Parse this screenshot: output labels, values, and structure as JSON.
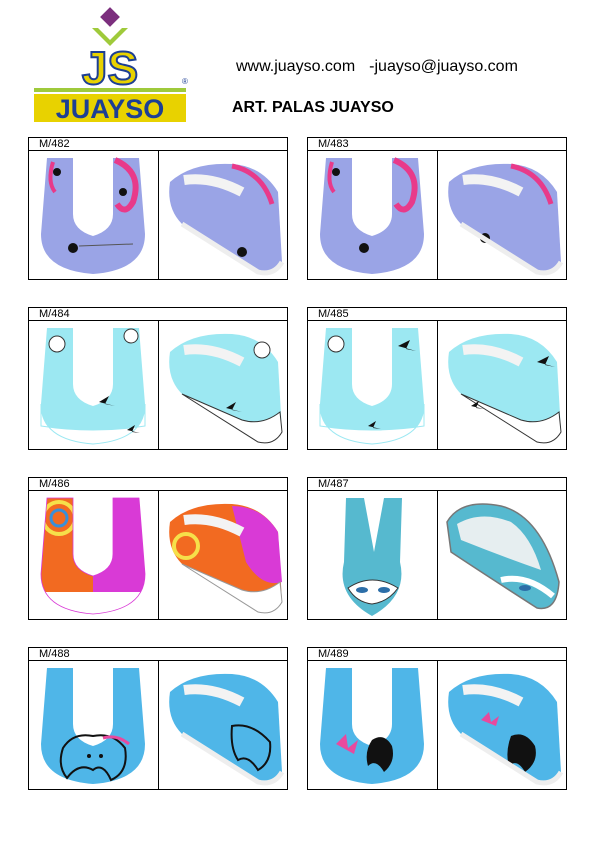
{
  "brand": {
    "monogram": "JS",
    "name": "JUAYSO",
    "registered": "®"
  },
  "header": {
    "website": "www.juayso.com",
    "separator": "-",
    "email": "juayso@juayso.com",
    "title": "ART. PALAS JUAYSO"
  },
  "colors": {
    "brand_blue": "#1d3f94",
    "brand_yellow": "#e8d200",
    "brand_green": "#9fca3b",
    "brand_purple": "#7c2f7e",
    "lavender": "#9aa4e6",
    "light_cyan": "#9ce8f2",
    "sky_blue": "#4fb6e8",
    "teal": "#56b9cf",
    "orange": "#f26a21",
    "magenta": "#d93ad6"
  },
  "cards": [
    {
      "label": "M/482",
      "theme": "lavender-floral"
    },
    {
      "label": "M/483",
      "theme": "lavender-floral"
    },
    {
      "label": "M/484",
      "theme": "cyan-clouds-birds"
    },
    {
      "label": "M/485",
      "theme": "cyan-clouds-birds"
    },
    {
      "label": "M/486",
      "theme": "orange-magenta-swirls"
    },
    {
      "label": "M/487",
      "theme": "teal-ballerina-face"
    },
    {
      "label": "M/488",
      "theme": "blue-woman-portrait"
    },
    {
      "label": "M/489",
      "theme": "blue-hands-flower"
    }
  ]
}
